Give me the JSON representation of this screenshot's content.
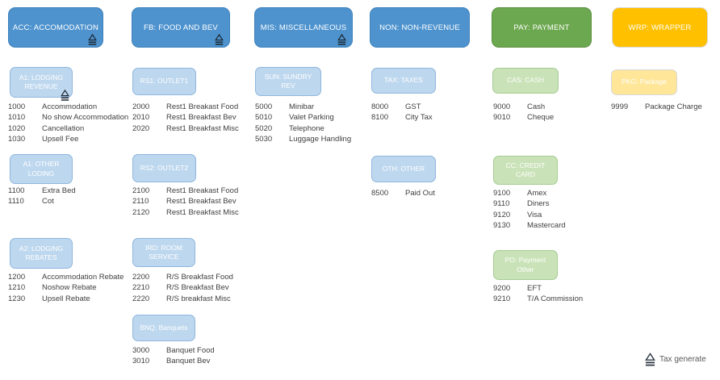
{
  "title": "Transaction code groups diagram",
  "legend": {
    "label": "Tax generate",
    "icon": "tax-generate-icon"
  },
  "colors": {
    "header_blue": "#4E93CE",
    "header_green": "#6CA84F",
    "header_orange": "#FFC000",
    "sub_blue": "#BDD7EE",
    "sub_green": "#C9E2B7",
    "sub_amber": "#FFE699",
    "text_dark": "#3F3F3F",
    "legend_text": "#595959"
  },
  "headers": [
    {
      "id": "acc",
      "label": "ACC: ACCOMODATION",
      "tax_generate": true
    },
    {
      "id": "fb",
      "label": "FB: FOOD AND BEV",
      "tax_generate": true
    },
    {
      "id": "mis",
      "label": "MIS: MISCELLANEOUS",
      "tax_generate": true
    },
    {
      "id": "non",
      "label": "NON: NON-REVENUE",
      "tax_generate": false
    },
    {
      "id": "pay",
      "label": "PAY: PAYMENT",
      "tax_generate": false
    },
    {
      "id": "wrp",
      "label": "WRP: WRAPPER",
      "tax_generate": false
    }
  ],
  "groups": [
    {
      "id": "a1-lodging-revenue",
      "parent": "acc",
      "label": "A1: LODGING REVENUE",
      "tax_generate": true,
      "codes": [
        {
          "code": "1000",
          "label": "Accommodation"
        },
        {
          "code": "1010",
          "label": "No show Accommodation"
        },
        {
          "code": "1020",
          "label": "Cancellation"
        },
        {
          "code": "1030",
          "label": "Upsell Fee"
        }
      ]
    },
    {
      "id": "a1-other-loding",
      "parent": "acc",
      "label": "A1: OTHER LODING",
      "tax_generate": false,
      "codes": [
        {
          "code": "1100",
          "label": "Extra Bed"
        },
        {
          "code": "1110",
          "label": "Cot"
        }
      ]
    },
    {
      "id": "a2-lodging-rebates",
      "parent": "acc",
      "label": "A2: LODGING REBATES",
      "tax_generate": false,
      "codes": [
        {
          "code": "1200",
          "label": "Accommodation Rebate"
        },
        {
          "code": "1210",
          "label": "Noshow Rebate"
        },
        {
          "code": "1230",
          "label": "Upsell Rebate"
        }
      ]
    },
    {
      "id": "rs1-outlet1",
      "parent": "fb",
      "label": "RS1: OUTLET1",
      "tax_generate": false,
      "codes": [
        {
          "code": "2000",
          "label": "Rest1 Breakast Food"
        },
        {
          "code": "2010",
          "label": "Rest1 Breakfast Bev"
        },
        {
          "code": "2020",
          "label": "Rest1 Breakfast Misc"
        }
      ]
    },
    {
      "id": "rs2-outlet2",
      "parent": "fb",
      "label": "RS2: OUTLET2",
      "tax_generate": false,
      "codes": [
        {
          "code": "2100",
          "label": "Rest1 Breakast Food"
        },
        {
          "code": "2110",
          "label": "Rest1 Breakfast Bev"
        },
        {
          "code": "2120",
          "label": "Rest1 Breakfast Misc"
        }
      ]
    },
    {
      "id": "ird-room-service",
      "parent": "fb",
      "label": "IRD: ROOM SERVICE",
      "tax_generate": false,
      "codes": [
        {
          "code": "2200",
          "label": "R/S Breakfast Food"
        },
        {
          "code": "2210",
          "label": "R/S Breakfast Bev"
        },
        {
          "code": "2220",
          "label": "R/S breakfast Misc"
        }
      ]
    },
    {
      "id": "bnq-banquets",
      "parent": "fb",
      "label": "BNQ: Banquets",
      "tax_generate": false,
      "codes": [
        {
          "code": "3000",
          "label": "Banquet Food"
        },
        {
          "code": "3010",
          "label": "Banquet Bev"
        }
      ]
    },
    {
      "id": "sun-sundry-rev",
      "parent": "mis",
      "label": "SUN: SUNDRY REV",
      "tax_generate": false,
      "codes": [
        {
          "code": "5000",
          "label": "Minibar"
        },
        {
          "code": "5010",
          "label": "Valet Parking"
        },
        {
          "code": "5020",
          "label": "Telephone"
        },
        {
          "code": "5030",
          "label": "Luggage Handling"
        }
      ]
    },
    {
      "id": "tax-taxes",
      "parent": "non",
      "label": "TAX: TAXES",
      "tax_generate": false,
      "codes": [
        {
          "code": "8000",
          "label": "GST"
        },
        {
          "code": "8100",
          "label": "City Tax"
        }
      ]
    },
    {
      "id": "oth-other",
      "parent": "non",
      "label": "OTH: OTHER",
      "tax_generate": false,
      "codes": [
        {
          "code": "8500",
          "label": "Paid Out"
        }
      ]
    },
    {
      "id": "cas-cash",
      "parent": "pay",
      "label": "CAS: CASH",
      "tax_generate": false,
      "codes": [
        {
          "code": "9000",
          "label": "Cash"
        },
        {
          "code": "9010",
          "label": "Cheque"
        }
      ]
    },
    {
      "id": "cc-credit-card",
      "parent": "pay",
      "label": "CC: CREDIT CARD",
      "tax_generate": false,
      "codes": [
        {
          "code": "9100",
          "label": "Amex"
        },
        {
          "code": "9110",
          "label": "Diners"
        },
        {
          "code": "9120",
          "label": "Visa"
        },
        {
          "code": "9130",
          "label": "Mastercard"
        }
      ]
    },
    {
      "id": "po-payment-other",
      "parent": "pay",
      "label": "PO: Payment Other",
      "tax_generate": false,
      "codes": [
        {
          "code": "9200",
          "label": "EFT"
        },
        {
          "code": "9210",
          "label": "T/A Commission"
        }
      ]
    },
    {
      "id": "pkg-package",
      "parent": "wrp",
      "label": "PKG: Package",
      "tax_generate": false,
      "codes": [
        {
          "code": "9999",
          "label": "Package Charge"
        }
      ]
    }
  ]
}
